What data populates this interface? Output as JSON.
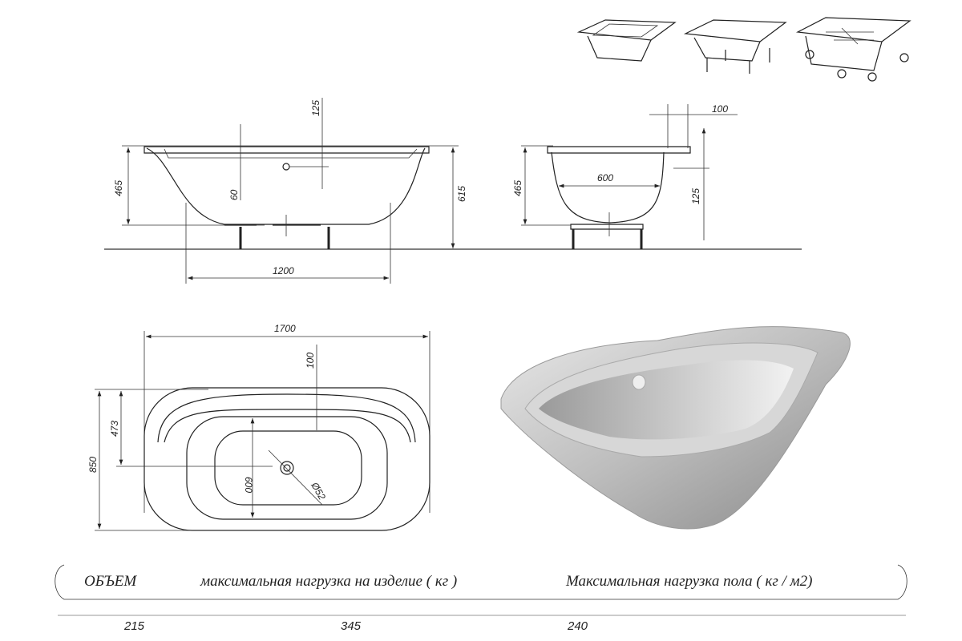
{
  "dimensions": {
    "front_view": {
      "top_offset": "125",
      "overflow_depth": "60",
      "inner_depth": "465",
      "total_height": "615",
      "bottom_width": "1200"
    },
    "side_view": {
      "rim_width": "100",
      "inner_width": "600",
      "inner_depth": "465",
      "overflow_height": "125"
    },
    "top_view": {
      "length": "1700",
      "overflow_offset": "100",
      "drain_offset": "473",
      "width": "850",
      "inner_width": "600",
      "drain_diameter": "Ø52"
    }
  },
  "specs": {
    "headers": [
      "ОБЪЕМ",
      "максимальная нагрузка на изделие ( кг )",
      "Максимальная нагрузка пола  ( кг / м2)"
    ],
    "values": [
      "215",
      "345",
      "240"
    ]
  },
  "colors": {
    "line": "#222222",
    "tub_shade": "#b8b8b8"
  }
}
